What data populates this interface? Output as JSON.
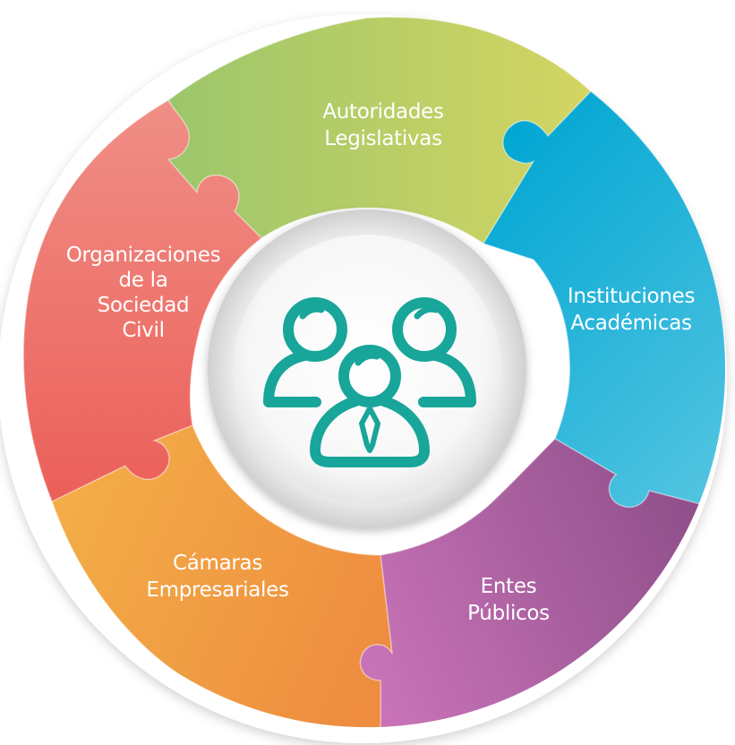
{
  "diagram": {
    "segments": [
      {
        "id": "autoridades-legislativas",
        "lines": [
          "Autoridades",
          "Legislativas"
        ],
        "color_start": "#9cc66b",
        "color_end": "#d4d562"
      },
      {
        "id": "instituciones-academicas",
        "lines": [
          "Instituciones",
          "Académicas"
        ],
        "color_start": "#00a6d3",
        "color_end": "#4fc3e0"
      },
      {
        "id": "entes-publicos",
        "lines": [
          "Entes",
          "Públicos"
        ],
        "color_start": "#c873b7",
        "color_end": "#8f4f8a"
      },
      {
        "id": "camaras-empresariales",
        "lines": [
          "Cámaras",
          "Empresariales"
        ],
        "color_start": "#f3ad47",
        "color_end": "#ee8c3f"
      },
      {
        "id": "organizaciones-sociedad-civil",
        "lines": [
          "Organizaciones",
          "de la",
          "Sociedad",
          "Civil"
        ],
        "color_start": "#ef8f86",
        "color_end": "#ec5f59"
      }
    ],
    "center_icon": "people-group-icon",
    "icon_color": "#18a59a"
  }
}
